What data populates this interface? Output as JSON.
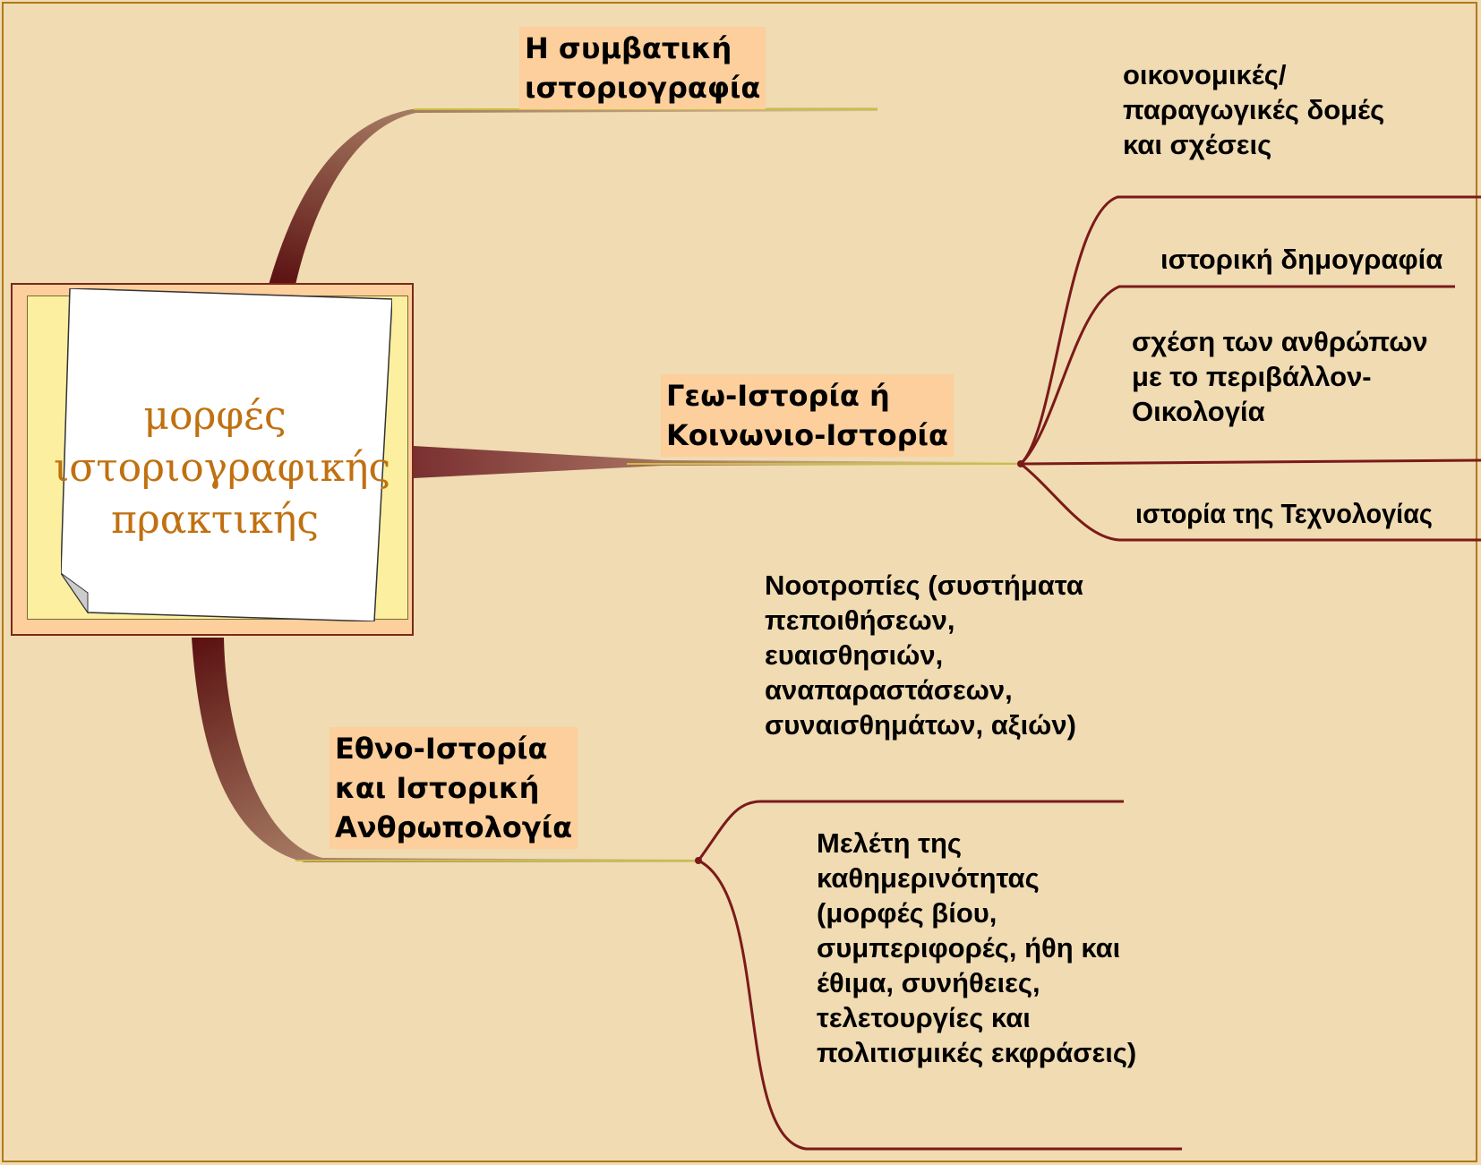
{
  "central_topic": "μορφές\nιστοριογραφικής\nπρακτικής",
  "branches": [
    {
      "title": "Η συμβατική\nιστοριογραφία",
      "subtopics": []
    },
    {
      "title": "Γεω-Ιστορία ή\nΚοινωνιο-Ιστορία",
      "subtopics": [
        "οικονομικές/\nπαραγωγικές δομές\nκαι σχέσεις",
        "ιστορική δημογραφία",
        "σχέση των ανθρώπων\nμε το περιβάλλον-\nΟικολογία",
        "ιστορία της Τεχνολογίας"
      ]
    },
    {
      "title": "Εθνο-Ιστορία\nκαι Ιστορική\nΑνθρωπολογία",
      "subtopics": [
        "Νοοτροπίες (συστήματα\nπεποιθήσεων,\nευαισθησιών,\nαναπαραστάσεων,\nσυναισθημάτων, αξιών)",
        "Μελέτη της\nκαθημερινότητας\n(μορφές βίου,\nσυμπεριφορές, ήθη και\nέθιμα, συνήθειες,\nτελετουργίες και\nπολιτισμικές εκφράσεις)"
      ]
    }
  ],
  "colors": {
    "background": "#f0dbb2",
    "topic_fill": "#fccf9c",
    "connector": "#7a1a1a",
    "main_branch": "#5a1a1a",
    "central_text": "#c07010"
  }
}
